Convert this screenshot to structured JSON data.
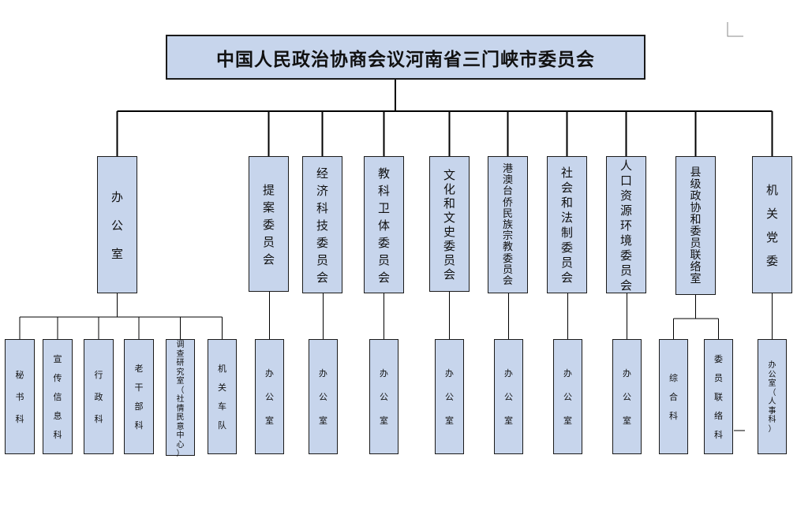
{
  "title": "中国人民政治协商会议河南省三门峡市委员会",
  "departments": [
    {
      "name": "办公室",
      "subunits": [
        "秘书科",
        "宣传信息科",
        "行政科",
        "老干部科",
        "调查研究室（社情民意中心）",
        "机关车队"
      ]
    },
    {
      "name": "提案委员会",
      "subunits": [
        "办公室"
      ]
    },
    {
      "name": "经济科技委员会",
      "subunits": [
        "办公室"
      ]
    },
    {
      "name": "教科卫体委员会",
      "subunits": [
        "办公室"
      ]
    },
    {
      "name": "文化和文史委员会",
      "subunits": [
        "办公室"
      ]
    },
    {
      "name": "港澳台侨民族宗教委员会",
      "subunits": [
        "办公室"
      ]
    },
    {
      "name": "社会和法制委员会",
      "subunits": [
        "办公室"
      ]
    },
    {
      "name": "人口资源环境委员会",
      "subunits": [
        "办公室"
      ]
    },
    {
      "name": "县级政协和委员联络室",
      "subunits": [
        "综合科",
        "委员联络科"
      ]
    },
    {
      "name": "机关党委",
      "subunits": [
        "办公室（人事科）"
      ]
    }
  ],
  "colors": {
    "box_fill": "#c7d5ec",
    "line": "#000000"
  }
}
